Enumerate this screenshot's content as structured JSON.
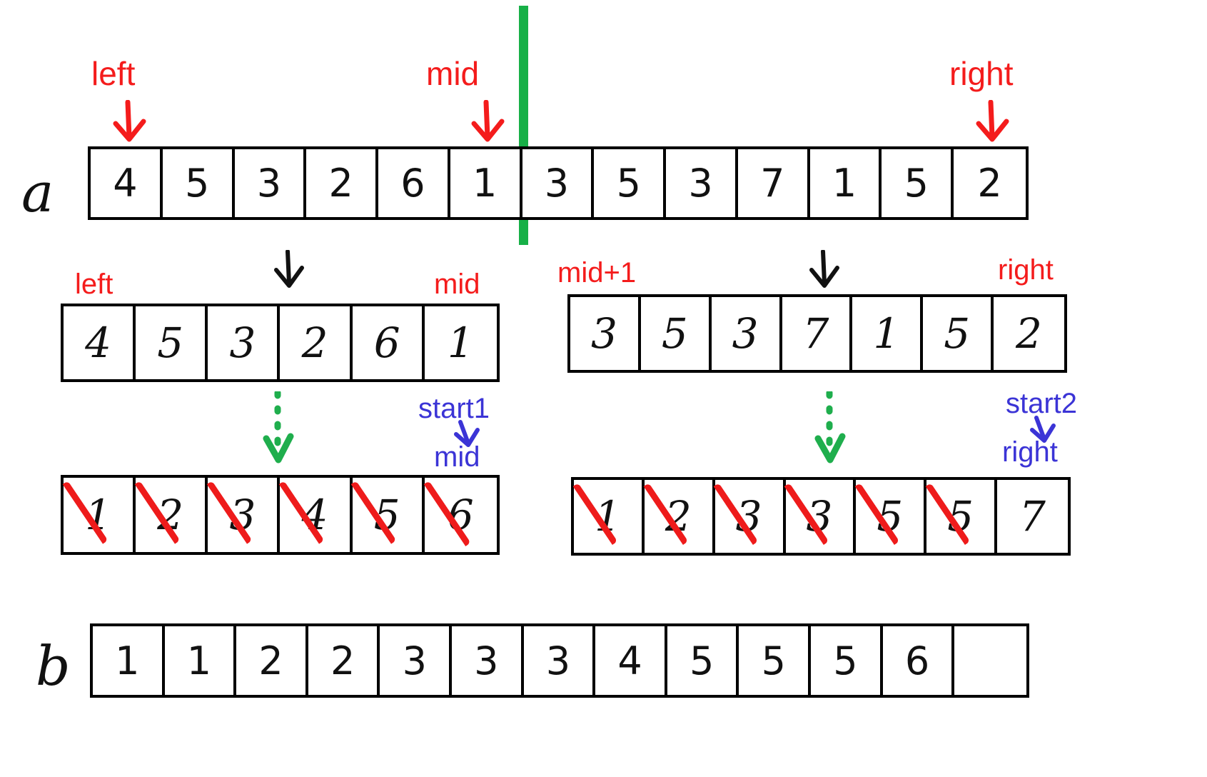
{
  "diagram": {
    "title": "merge-sort-split-and-merge-illustration",
    "colors": {
      "pointer_red": "#f41c1c",
      "pointer_blue": "#3b34d6",
      "divider_green": "#17b047",
      "strike_red": "#ee1b1b",
      "ink_black": "#111111"
    }
  },
  "original_array": {
    "name_label": "a",
    "values": [
      "4",
      "5",
      "3",
      "2",
      "6",
      "1",
      "3",
      "5",
      "3",
      "7",
      "1",
      "5",
      "2"
    ],
    "pointers": [
      {
        "label": "left",
        "cell_index": 0,
        "color": "red"
      },
      {
        "label": "mid",
        "cell_index": 5,
        "color": "red"
      },
      {
        "label": "right",
        "cell_index": 12,
        "color": "red"
      }
    ],
    "split_after_index": 5
  },
  "left_half": {
    "values": [
      "4",
      "5",
      "3",
      "2",
      "6",
      "1"
    ],
    "pointers": [
      {
        "label": "left",
        "color": "red"
      },
      {
        "label": "mid",
        "color": "red"
      }
    ]
  },
  "right_half": {
    "values": [
      "3",
      "5",
      "3",
      "7",
      "1",
      "5",
      "2"
    ],
    "pointers": [
      {
        "label": "mid+1",
        "color": "red"
      },
      {
        "label": "right",
        "color": "red"
      }
    ]
  },
  "left_sorted": {
    "values": [
      "1",
      "2",
      "3",
      "4",
      "5",
      "6"
    ],
    "struck": [
      true,
      true,
      true,
      true,
      true,
      true
    ],
    "pointers": [
      {
        "label": "start1",
        "color": "blue"
      },
      {
        "label": "mid",
        "color": "blue"
      }
    ]
  },
  "right_sorted": {
    "values": [
      "1",
      "2",
      "3",
      "3",
      "5",
      "5",
      "7"
    ],
    "struck": [
      true,
      true,
      true,
      true,
      true,
      true,
      false
    ],
    "pointers": [
      {
        "label": "start2",
        "color": "blue"
      },
      {
        "label": "right",
        "color": "blue"
      }
    ]
  },
  "merged_array": {
    "name_label": "b",
    "values": [
      "1",
      "1",
      "2",
      "2",
      "3",
      "3",
      "3",
      "4",
      "5",
      "5",
      "5",
      "6",
      ""
    ]
  }
}
